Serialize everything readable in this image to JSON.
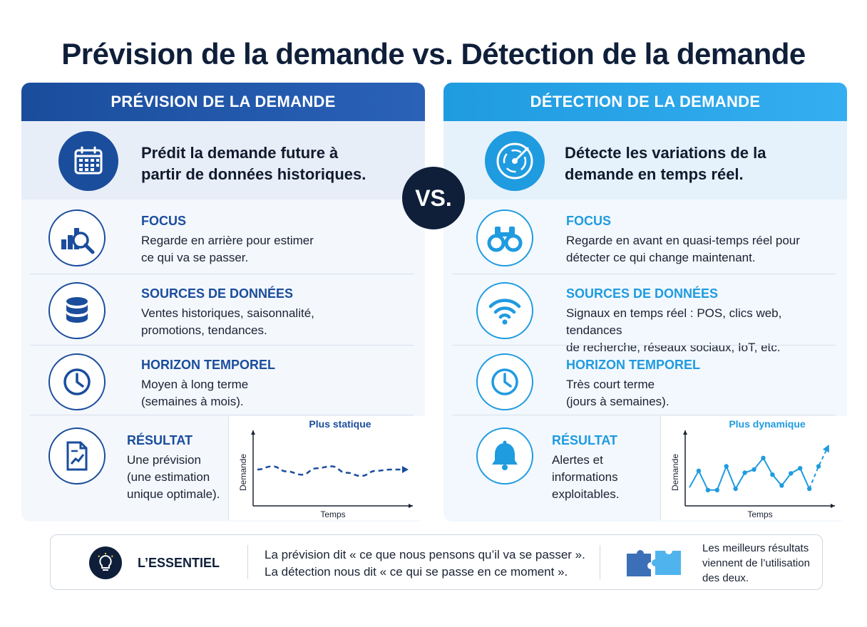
{
  "title": "Prévision de la demande vs. Détection de la demande",
  "vs_label": "VS.",
  "left": {
    "header": "PRÉVISION DE LA DEMANDE",
    "intro_lines": [
      "Prédit la demande future à",
      "partir de données historiques."
    ],
    "rows": [
      {
        "title": "FOCUS",
        "lines": [
          "Regarde en arrière pour estimer",
          "ce qui va se passer."
        ]
      },
      {
        "title": "SOURCES DE DONNÉES",
        "lines": [
          "Ventes historiques, saisonnalité,",
          "promotions, tendances."
        ]
      },
      {
        "title": "HORIZON TEMPOREL",
        "lines": [
          "Moyen à long terme",
          "(semaines à mois)."
        ]
      }
    ],
    "result": {
      "title": "RÉSULTAT",
      "lines": [
        "Une prévision",
        "(une estimation",
        "unique optimale)."
      ]
    },
    "icon_names": [
      "calendar-icon",
      "chart-magnifier-icon",
      "database-icon",
      "clock-icon",
      "document-chart-icon"
    ],
    "accent": "#1a4d9c"
  },
  "right": {
    "header": "DÉTECTION DE LA DEMANDE",
    "intro_lines": [
      "Détecte les variations de la",
      "demande en temps réel."
    ],
    "rows": [
      {
        "title": "FOCUS",
        "lines": [
          "Regarde en avant en quasi-temps réel pour",
          "détecter ce qui change maintenant."
        ]
      },
      {
        "title": "SOURCES DE DONNÉES",
        "lines": [
          "Signaux en temps réel : POS, clics web, tendances",
          "de recherche, réseaux sociaux, IoT, etc."
        ]
      },
      {
        "title": "HORIZON TEMPOREL",
        "lines": [
          "Très court terme",
          "(jours à semaines)."
        ]
      }
    ],
    "result": {
      "title": "RÉSULTAT",
      "lines": [
        "Alertes et",
        "informations",
        "exploitables."
      ]
    },
    "icon_names": [
      "radar-icon",
      "binoculars-icon",
      "wifi-signal-icon",
      "clock-icon",
      "bell-icon"
    ],
    "accent": "#1f9be0"
  },
  "chart_data": [
    {
      "type": "line",
      "title": "Plus statique",
      "xlabel": "Temps",
      "ylabel": "Demande",
      "x": [
        0,
        1,
        2,
        3,
        4,
        5,
        6,
        7,
        8,
        9,
        10
      ],
      "y": [
        0.5,
        0.55,
        0.47,
        0.42,
        0.52,
        0.55,
        0.45,
        0.4,
        0.48,
        0.5,
        0.5
      ],
      "line_style": "dashed",
      "ylim": [
        0,
        1
      ],
      "grid": false
    },
    {
      "type": "line",
      "title": "Plus dynamique",
      "xlabel": "Temps",
      "ylabel": "Demande",
      "x": [
        0,
        1,
        2,
        3,
        4,
        5,
        6,
        7,
        8,
        9,
        10,
        11,
        12,
        13,
        14,
        15
      ],
      "y": [
        0.22,
        0.48,
        0.18,
        0.18,
        0.55,
        0.2,
        0.45,
        0.5,
        0.68,
        0.42,
        0.25,
        0.44,
        0.52,
        0.2,
        0.55,
        0.85
      ],
      "line_style": "mixed",
      "ylim": [
        0,
        1
      ],
      "grid": false
    }
  ],
  "essential": {
    "title": "L’ESSENTIEL",
    "lines": [
      "La prévision dit « ce que nous pensons qu’il va se passer ».",
      "La détection nous dit « ce qui se passe en ce moment »."
    ],
    "right_lines": [
      "Les meilleurs résultats",
      "viennent de l’utilisation",
      "des deux."
    ],
    "icon_names": [
      "lightbulb-icon",
      "puzzle-icon"
    ]
  }
}
